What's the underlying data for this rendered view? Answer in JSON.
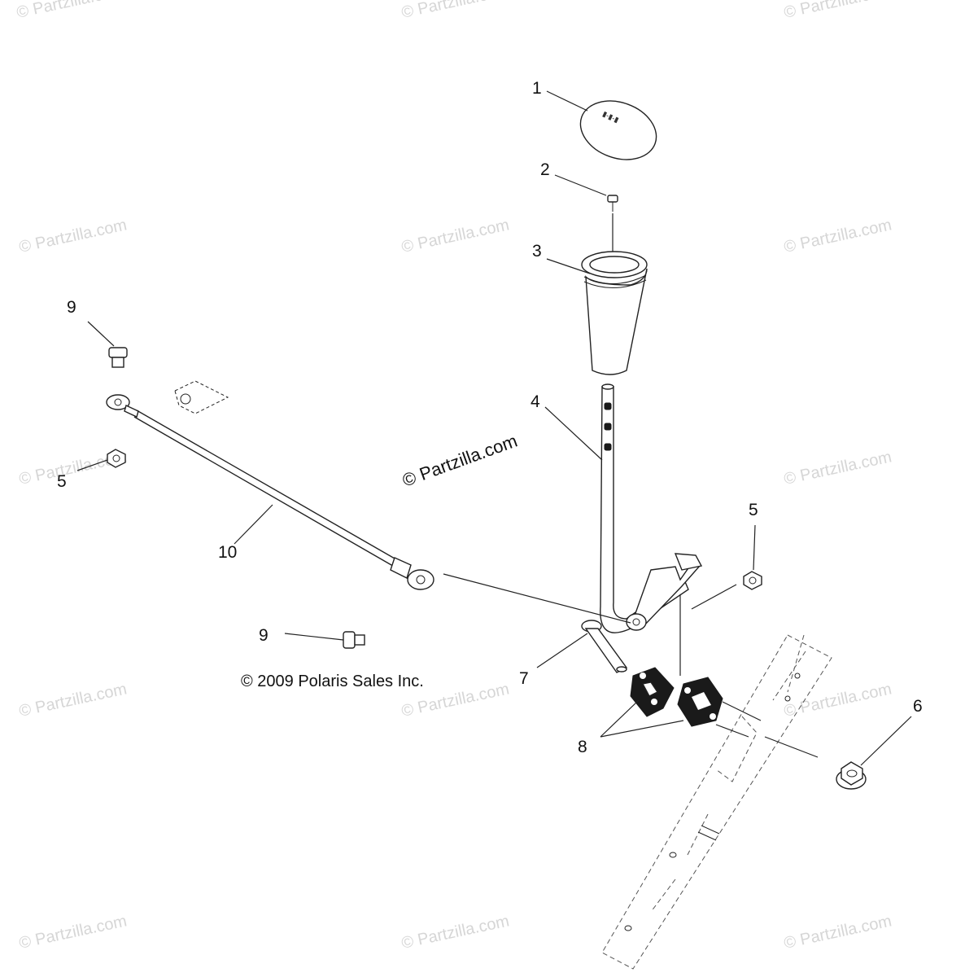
{
  "watermark": {
    "text": "© Partzilla.com",
    "color": "#d6d6d6"
  },
  "center_watermark": "© Partzilla.com",
  "copyright": "© 2009 Polaris Sales Inc.",
  "callouts": {
    "c1": "1",
    "c2": "2",
    "c3": "3",
    "c4": "4",
    "c5a": "5",
    "c5b": "5",
    "c6": "6",
    "c7": "7",
    "c8": "8",
    "c9a": "9",
    "c9b": "9",
    "c10": "10"
  },
  "knob_cap_marking": "▮-▮-▮",
  "parts": [
    {
      "ref": "1",
      "name": "knob-cap"
    },
    {
      "ref": "2",
      "name": "screw"
    },
    {
      "ref": "3",
      "name": "shift-knob"
    },
    {
      "ref": "4",
      "name": "shift-lever"
    },
    {
      "ref": "5",
      "name": "nut"
    },
    {
      "ref": "6",
      "name": "flange-nut"
    },
    {
      "ref": "7",
      "name": "pivot-bolt"
    },
    {
      "ref": "8",
      "name": "bushing-blocks"
    },
    {
      "ref": "9",
      "name": "bolt"
    },
    {
      "ref": "10",
      "name": "shift-linkage-rod"
    }
  ]
}
